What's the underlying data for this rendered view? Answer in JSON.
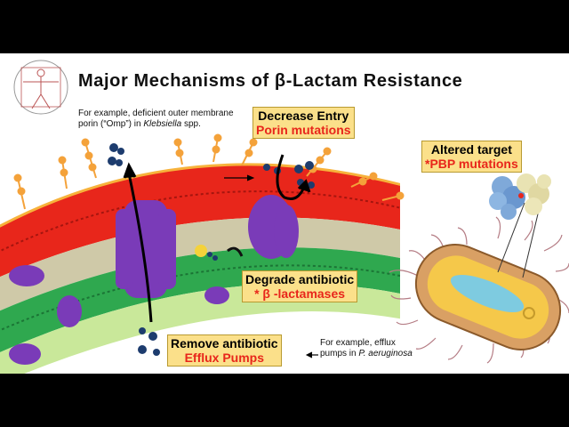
{
  "slide": {
    "title": "Major Mechanisms of β-Lactam Resistance"
  },
  "labels": {
    "decrease_entry": {
      "title": "Decrease Entry",
      "subtitle": "Porin mutations"
    },
    "altered_target": {
      "title": "Altered target",
      "subtitle": "*PBP mutations"
    },
    "degrade": {
      "title": "Degrade antibiotic",
      "subtitle": "* β -lactamases"
    },
    "remove": {
      "title": "Remove antibiotic",
      "subtitle": "Efflux Pumps"
    }
  },
  "notes": {
    "porin_line1": "For example, deficient outer membrane",
    "porin_line2_a": "porin (“Omp”) in ",
    "porin_line2_species": "Klebsiella",
    "porin_line2_b": " spp.",
    "efflux_line1": "For example, efflux",
    "efflux_line2_a": "pumps  in ",
    "efflux_line2_species": "P. aeruginosa"
  },
  "colors": {
    "outer_membrane": "#e8261b",
    "inner_membrane": "#2fa84f",
    "protein": "#7a3bb8",
    "label_box": "#fbe08a",
    "label_red": "#e8261b"
  }
}
